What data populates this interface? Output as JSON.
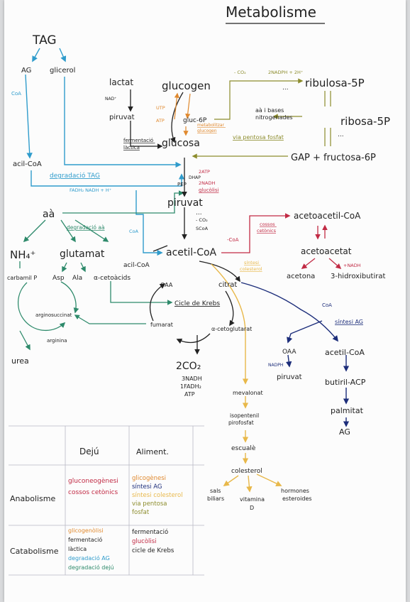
{
  "title": "Metabolisme",
  "colors": {
    "ink": "#222222",
    "blue": "#2f9ccc",
    "teal": "#2e8a6b",
    "olive": "#8c8c2c",
    "orange": "#e0892e",
    "red": "#c12a44",
    "yellow": "#e8b84a",
    "navy": "#1c2d7a",
    "purple": "#6b5ea8",
    "green": "#2f7a4a"
  },
  "nodes": {
    "tag": "TAG",
    "ag_top": "AG",
    "glicerol": "glicerol",
    "coa_left": "CoA",
    "acil_coa_left": "acil-CoA",
    "degradacio_tag": "degradació TAG",
    "fadh2_nadh": "FADH₂   NADH + H⁺",
    "aa": "aà",
    "degradacio_aa": "degradació aà",
    "nh4": "NH₄⁺",
    "glutamat": "glutamat",
    "carbamil_p": "carbamil P",
    "asp": "Asp",
    "ala": "Ala",
    "alfa_cetoacids": "α-cetoàcids",
    "arginosuccinat": "arginosuccinat",
    "arginina": "arginina",
    "urea": "urea",
    "lactat": "lactat",
    "nad": "NAD⁺",
    "piruvat_mid": "piruvat",
    "fermentacio_lactica": "fermentació\nlàctica",
    "glucogen": "glucogen",
    "utp": "UTP",
    "atp_gluc": "ATP",
    "gluc_6p": "gluc-6P",
    "metabolitzar_glucogen": "metabolitzar\nglucogen",
    "glucosa": "glucosa",
    "aa_bases": "aà i bases\nnitrogenades",
    "via_pentosa": "via pentosa fosfat",
    "minus_co2_top": "- CO₂",
    "nadph_top": "2NADPH + 2H⁺",
    "ribulosa": "ribulosa-5P",
    "ribosa": "ribosa-5P",
    "gap_fructosa": "GAP + fructosa-6P",
    "dots": "...",
    "pep": "PEP",
    "dhap": "DHAP",
    "two_atp": "2ATP",
    "two_nadh": "2NADH",
    "glucolisi": "glucòlisi",
    "piruvat_main": "piruvat",
    "minus_co2_main": "- CO₂",
    "scoa": "SCoA",
    "coa_acil": "CoA",
    "acil_coa_mid": "acil-CoA",
    "acetil_coa": "acetil-CoA",
    "coa_minus": "-CoA",
    "cossos_cetonics": "cossos\ncetònics",
    "acetoacetil_coa": "acetoacetil-CoA",
    "acetoacetat": "acetoacetat",
    "nadh_plus": "+NADH",
    "acetona": "acetona",
    "hidroxibutirat": "3-hidroxibutirat",
    "sintesi_colesterol": "síntesi\ncolesterol",
    "oaa": "OAA",
    "citrat": "citrat",
    "cicle_krebs": "Cicle de Krebs",
    "fumarat": "fumarat",
    "alfa_cetoglutarat": "α-cetoglutarat",
    "two_co2": "2CO₂",
    "krebs_products": "3NADH\n1FADH₂\nATP",
    "coa_sintesi": "CoA",
    "sintesi_ag": "síntesi AG",
    "oaa2": "OAA",
    "nadph": "NADPH",
    "piruvat_bottom": "piruvat",
    "acetil_coa_right": "acetil-CoA",
    "butiril": "butiril-ACP",
    "palmitat": "palmitat",
    "ag_bottom": "AG",
    "mevalonat": "mevalonat",
    "isopentenil": "isopentenil\npirofosfat",
    "escuale": "escualè",
    "colesterol": "colesterol",
    "sals_biliars": "sals\nbiliars",
    "vitamina_d": "vitamina\nD",
    "hormones": "hormones\nesteroides"
  },
  "table": {
    "col1": "Dejú",
    "col2": "Aliment.",
    "row1": "Anabolisme",
    "row2": "Catabolisme",
    "anab_deju": [
      {
        "text": "gluconeogènesi",
        "color": "#c12a44"
      },
      {
        "text": "cossos cetònics",
        "color": "#c12a44"
      }
    ],
    "anab_aliment": [
      {
        "text": "glicogènesi",
        "color": "#e0892e"
      },
      {
        "text": "síntesi AG",
        "color": "#1c2d7a"
      },
      {
        "text": "síntesi colesterol",
        "color": "#e8b84a"
      },
      {
        "text": "via pentosa",
        "color": "#8c8c2c"
      },
      {
        "text": "fosfat",
        "color": "#8c8c2c"
      }
    ],
    "catab_deju": [
      {
        "text": "glicogenòlisi",
        "color": "#e0892e"
      },
      {
        "text": "fermentació",
        "color": "#222222"
      },
      {
        "text": "làctica",
        "color": "#222222"
      },
      {
        "text": "degradació AG",
        "color": "#2f9ccc"
      },
      {
        "text": "degradació dejú",
        "color": "#2e8a6b"
      }
    ],
    "catab_aliment": [
      {
        "text": "fermentació",
        "color": "#222222"
      },
      {
        "text": "glucòlisi",
        "color": "#c12a44"
      },
      {
        "text": "cicle de Krebs",
        "color": "#222222"
      }
    ]
  }
}
